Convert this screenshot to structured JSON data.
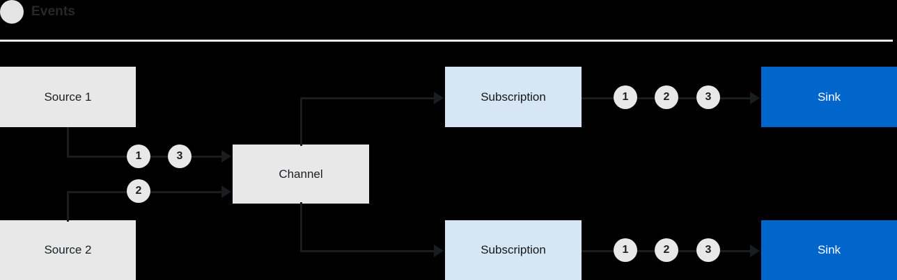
{
  "legend": {
    "dot_icon": "event-dot-icon",
    "label": "Events",
    "dot_color": "#e4e4e4",
    "divider_color": "#ececec"
  },
  "colors": {
    "background": "#000000",
    "source_fill": "#e8e8e8",
    "channel_fill": "#e8e8e8",
    "subscription_fill": "#d6e6f5",
    "sink_fill": "#0066cc",
    "sink_text": "#ffffff",
    "badge_fill": "#e8e8e8",
    "badge_text": "#1c1f21",
    "connector": "#1a1d1f"
  },
  "nodes": {
    "source_1": "Source 1",
    "source_2": "Source 2",
    "channel": "Channel",
    "subscription_top": "Subscription",
    "subscription_bottom": "Subscription",
    "sink_top": "Sink",
    "sink_bottom": "Sink"
  },
  "badges": {
    "source1_a": "1",
    "source1_b": "3",
    "source2_a": "2",
    "sub_top_1": "1",
    "sub_top_2": "2",
    "sub_top_3": "3",
    "sub_bottom_1": "1",
    "sub_bottom_2": "2",
    "sub_bottom_3": "3"
  }
}
